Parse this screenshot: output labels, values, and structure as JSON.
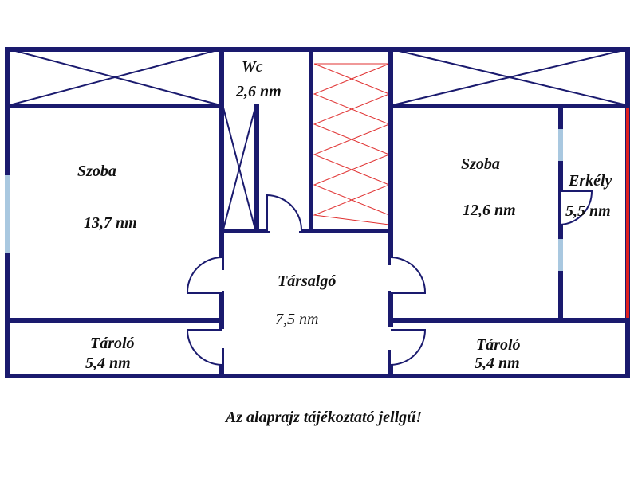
{
  "rooms": {
    "wc": {
      "name": "Wc",
      "area": "2,6 nm"
    },
    "left_room": {
      "name": "Szoba",
      "area": "13,7 nm"
    },
    "right_room": {
      "name": "Szoba",
      "area": "12,6 nm"
    },
    "balcony": {
      "name": "Erkély",
      "area": "5,5 nm"
    },
    "lounge": {
      "name": "Társalgó",
      "area": "7,5 nm"
    },
    "storage_left": {
      "name": "Tároló",
      "area": "5,4 nm"
    },
    "storage_right": {
      "name": "Tároló",
      "area": "5,4 nm"
    }
  },
  "note": "Az alaprajz tájékoztató jellgű!",
  "colors": {
    "wall": "#1a1a6e",
    "window": "#a9c8e0",
    "red_wall": "#e02020",
    "stair": "#e03030"
  }
}
